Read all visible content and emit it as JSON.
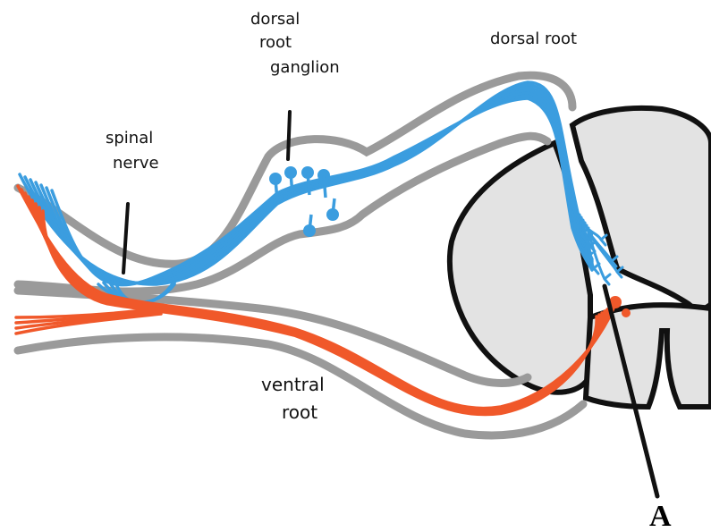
{
  "labels": {
    "dorsal_root_ganglion": [
      "dorsal",
      "root",
      "ganglion"
    ],
    "dorsal_root": "dorsal root",
    "spinal_nerve": [
      "spinal",
      "nerve"
    ],
    "ventral_root": [
      "ventral",
      "root"
    ],
    "marker": "A"
  },
  "colors": {
    "sensory_fiber": "#3b9ddf",
    "motor_fiber": "#f0582a",
    "sheath": "#9a9a9a",
    "grey_matter": "#e3e3e3",
    "outline": "#111111"
  }
}
